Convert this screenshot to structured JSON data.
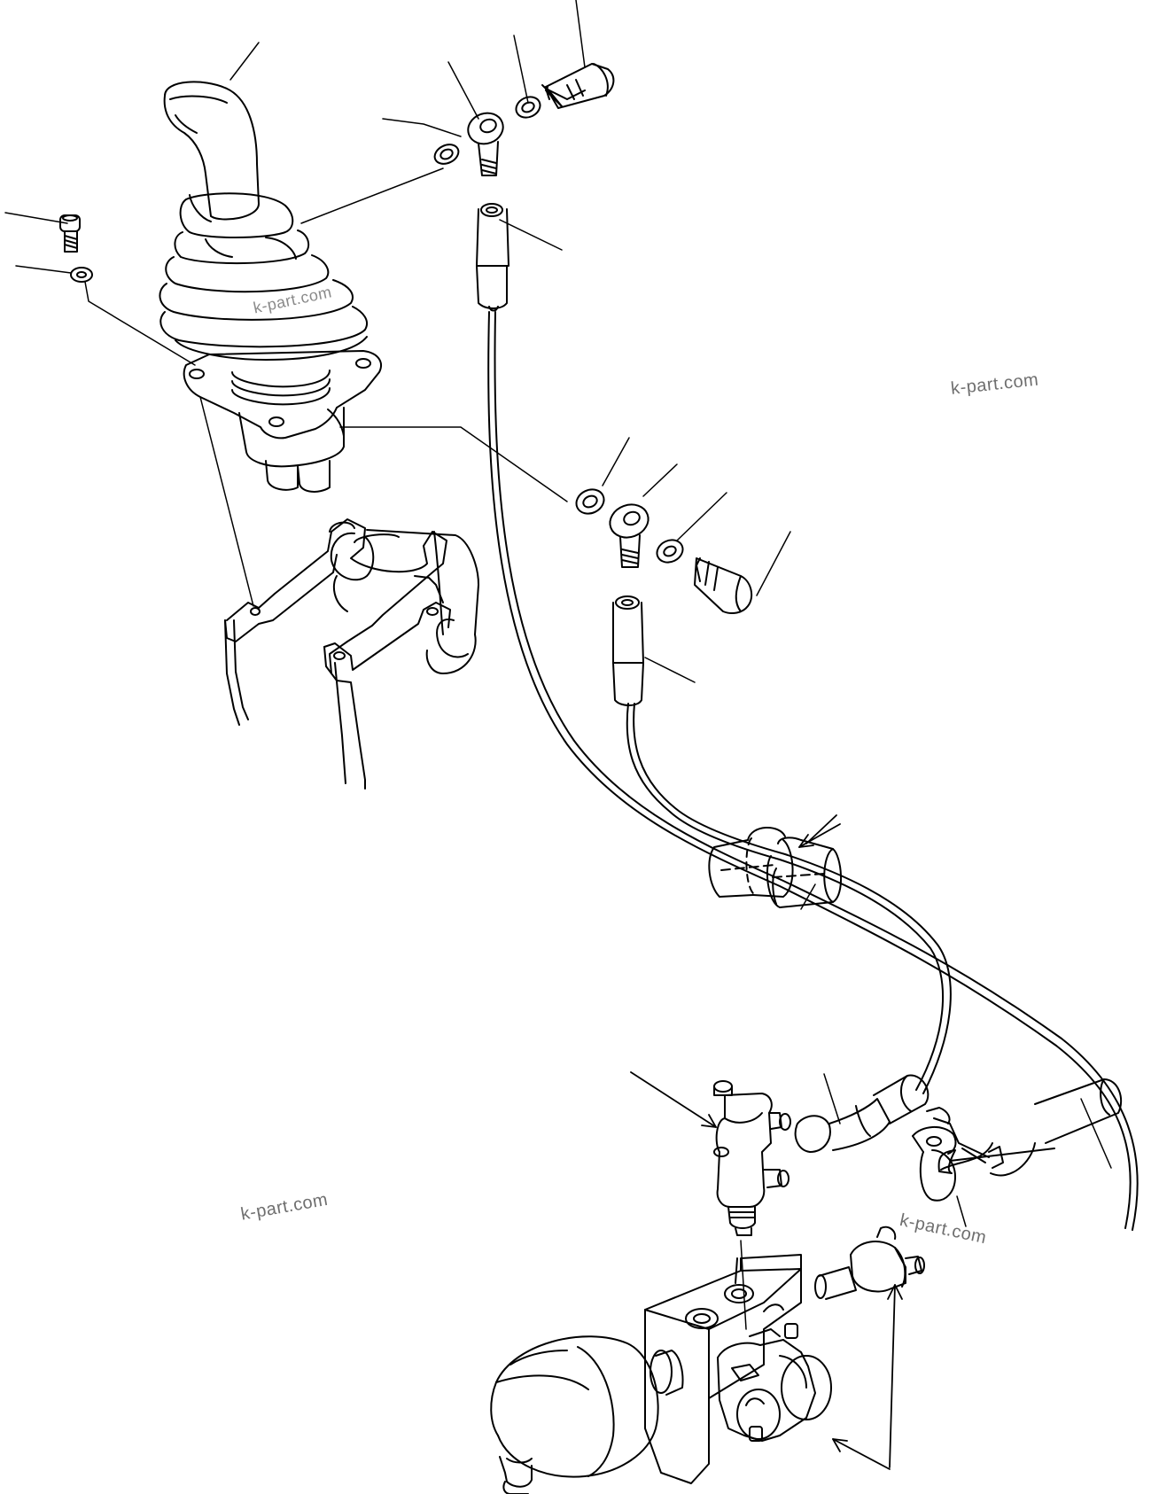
{
  "watermarks": [
    "k-part.com",
    "k-part.com",
    "k-part.com",
    "k-part.com"
  ],
  "colors": {
    "line": "#000000",
    "background": "#ffffff",
    "watermark": "#6f6f6f"
  },
  "parts": [
    "joystick-lever",
    "rubber-boot",
    "mounting-flange",
    "bracket-frame",
    "cap-screw",
    "washer",
    "banjo-fitting",
    "banjo-bolt",
    "seal-washer",
    "hose-end",
    "pilot-hose",
    "protective-sleeve",
    "tee-fitting",
    "elbow-fitting",
    "valve-block",
    "accumulator",
    "solenoid-valve"
  ]
}
